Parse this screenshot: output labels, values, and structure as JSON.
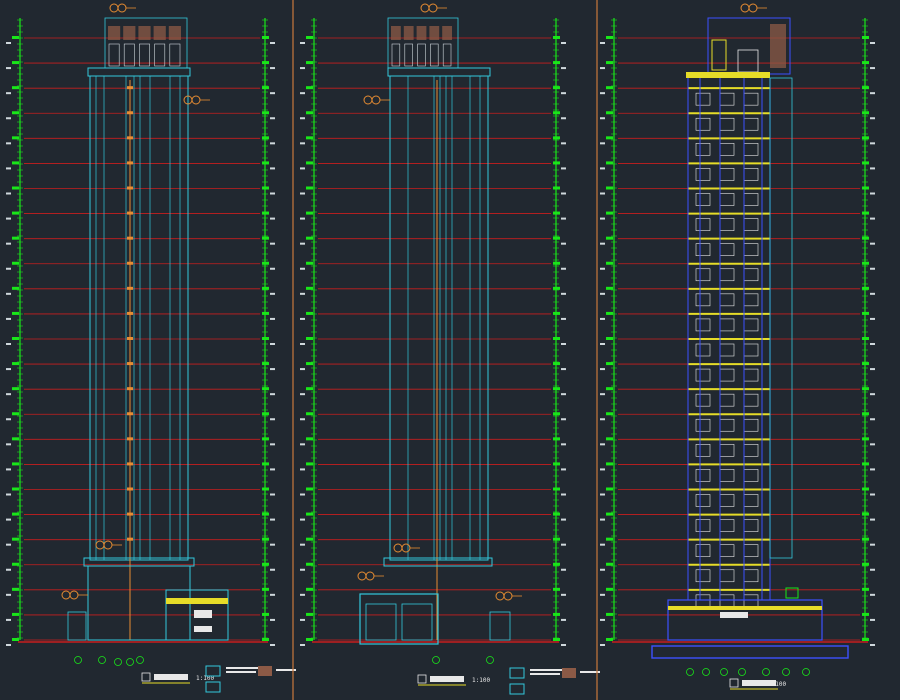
{
  "colors": {
    "background": "#212830",
    "grid_red": "#c81e1e",
    "dimension_green": "#19e619",
    "outline_cyan": "#32c8dc",
    "accent_orange": "#e68c32",
    "slab_yellow": "#e6dc28",
    "glazing_blue": "#3c50ff",
    "masonry_brown": "#8c5a46",
    "divider_orange": "#c8783c",
    "text_white": "#e8e8e8"
  },
  "drawing": {
    "scale_text": "1:100",
    "panels": [
      {
        "id": "elevation-left",
        "floor_count": 24
      },
      {
        "id": "elevation-middle",
        "floor_count": 24
      },
      {
        "id": "section-right",
        "floor_count": 24
      }
    ],
    "legend": {
      "swatch_colors": [
        "#32c8dc",
        "#8c5a46"
      ]
    }
  }
}
